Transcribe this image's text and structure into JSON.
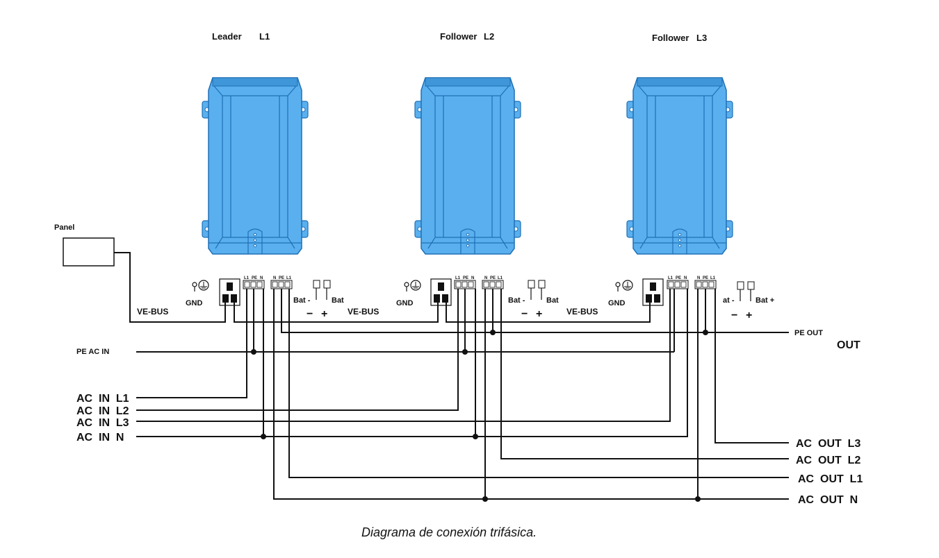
{
  "units": [
    {
      "role": "Leader",
      "phase": "L1"
    },
    {
      "role": "Follower",
      "phase": "L2"
    },
    {
      "role": "Follower",
      "phase": "L3"
    }
  ],
  "terminal_labels": {
    "ac_in": [
      "L1",
      "PE",
      "N"
    ],
    "ac_out": [
      "N",
      "PE",
      "L1"
    ]
  },
  "unit_labels": [
    {
      "gnd": "GND",
      "bat_neg": "Bat -",
      "bat_pos": "Bat",
      "minus": "−",
      "plus": "+"
    },
    {
      "gnd": "GND",
      "bat_neg": "Bat -",
      "bat_pos": "Bat",
      "minus": "−",
      "plus": "+"
    },
    {
      "gnd": "GND",
      "bat_neg": "at -",
      "bat_pos": "Bat +",
      "minus": "−",
      "plus": "+"
    }
  ],
  "panel": {
    "label": "Panel"
  },
  "vebus_labels": [
    "VE-BUS",
    "VE-BUS",
    "VE-BUS"
  ],
  "input_labels": {
    "pe": "PE AC IN",
    "l1": "AC  IN  L1",
    "l2": "AC  IN  L2",
    "l3": "AC  IN  L3",
    "n": "AC  IN  N"
  },
  "output_labels": {
    "pe": "PE OUT",
    "out": "OUT",
    "l3": "AC  OUT  L3",
    "l2": "AC  OUT  L2",
    "l1": "AC  OUT  L1",
    "n": "AC  OUT  N"
  },
  "caption": "Diagrama de conexión trifásica."
}
